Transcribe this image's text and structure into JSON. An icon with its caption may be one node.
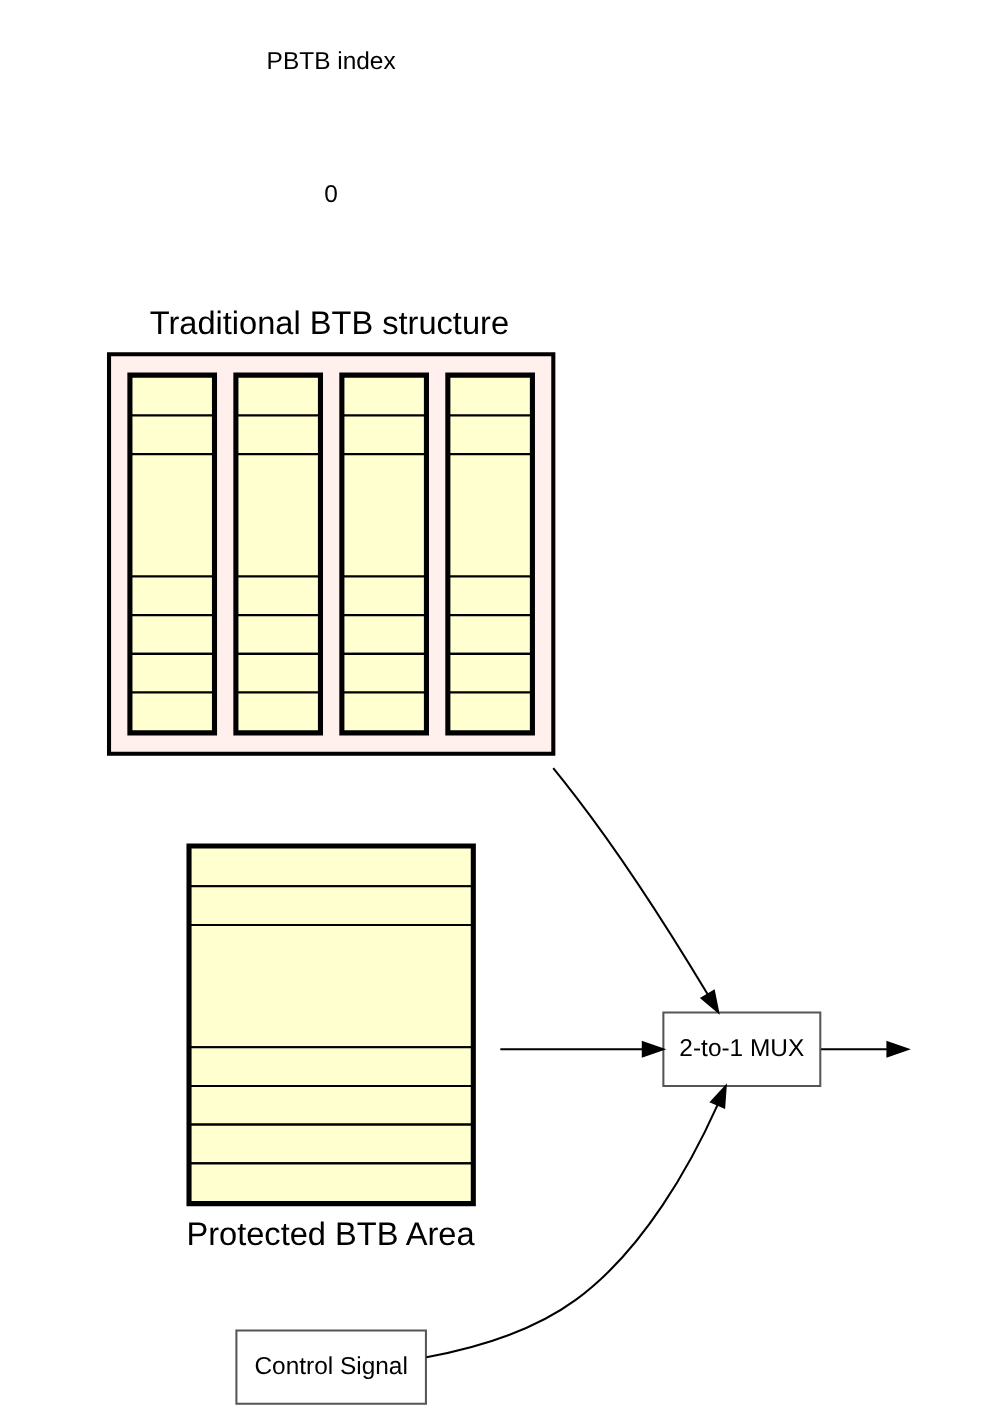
{
  "diagram": {
    "nodes": [
      {
        "text": [
          "Traditional BTB structure"
        ]
      },
      {
        "text": [
          "Protected BTB Area"
        ]
      },
      {
        "text": [
          "2-to-1 MUX"
        ]
      },
      {
        "text": [
          "Control Signal"
        ]
      }
    ],
    "edges": [
      {
        "from": 0,
        "to": 2,
        "arrow": "to"
      },
      {
        "from": 1,
        "to": 2,
        "arrow": "to"
      },
      {
        "from": 3,
        "to": 2,
        "arrow": "to"
      },
      {
        "from": 2,
        "to": null,
        "arrow": "to"
      }
    ],
    "labels": [
      "PBTB index",
      "0"
    ]
  }
}
